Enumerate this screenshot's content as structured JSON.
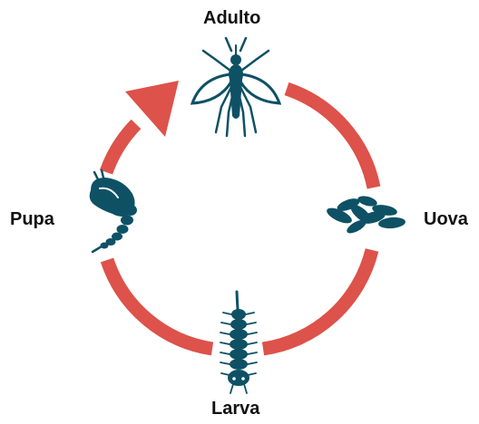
{
  "stages": {
    "adult": "Adulto",
    "eggs": "Uova",
    "larva": "Larva",
    "pupa": "Pupa"
  },
  "colors": {
    "cycle_arc": "#dd524a",
    "icon": "#0e5165"
  },
  "icons": {
    "adult": "mosquito-icon",
    "eggs": "eggs-icon",
    "larva": "larva-icon",
    "pupa": "pupa-icon"
  }
}
